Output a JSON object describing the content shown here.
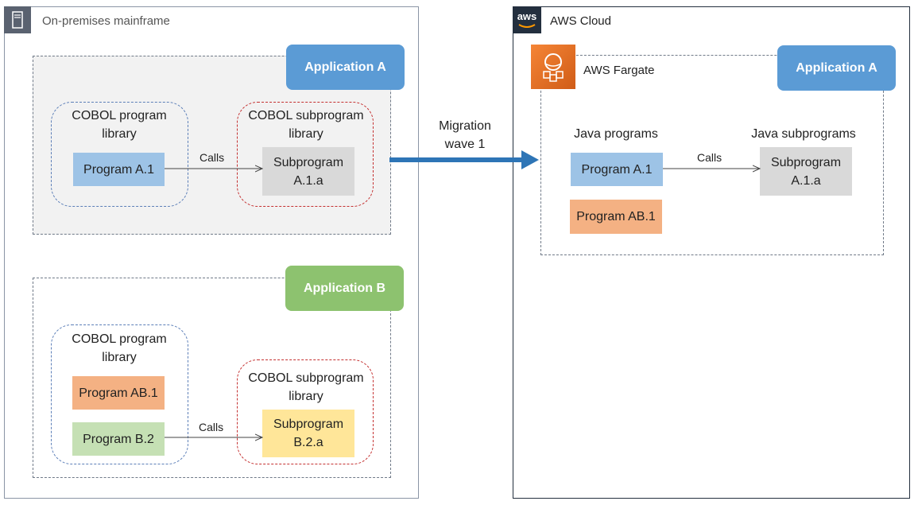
{
  "onprem": {
    "title": "On-premises mainframe",
    "app_a": {
      "badge": "Application A",
      "program_lib": {
        "title": "COBOL program library",
        "programs": [
          "Program A.1"
        ]
      },
      "subprogram_lib": {
        "title": "COBOL subprogram library",
        "subprograms": [
          "Subprogram A.1.a"
        ]
      },
      "calls_label": "Calls"
    },
    "app_b": {
      "badge": "Application B",
      "program_lib": {
        "title": "COBOL program library",
        "programs": [
          "Program AB.1",
          "Program B.2"
        ]
      },
      "subprogram_lib": {
        "title": "COBOL subprogram library",
        "subprograms": [
          "Subprogram B.2.a"
        ]
      },
      "calls_label": "Calls"
    }
  },
  "migration": {
    "label": "Migration wave 1"
  },
  "aws": {
    "title": "AWS Cloud",
    "logo_text": "aws",
    "fargate_label": "AWS Fargate",
    "app_a": {
      "badge": "Application A",
      "java_programs_title": "Java programs",
      "java_subprograms_title": "Java subprograms",
      "programs": [
        "Program A.1",
        "Program AB.1"
      ],
      "subprograms": [
        "Subprogram A.1.a"
      ],
      "calls_label": "Calls"
    }
  },
  "colors": {
    "app_a_badge": "#5b9bd5",
    "app_b_badge": "#8dc26f",
    "blue_box": "#9dc3e6",
    "orange_box": "#f4b183",
    "green_box": "#c5e0b4",
    "grey_box": "#d9d9d9",
    "yellow_box": "#ffe699",
    "migration_arrow": "#2e75b6",
    "fargate_icon": "#e8751a"
  },
  "icons": [
    "server-icon",
    "aws-logo-icon",
    "fargate-icon"
  ]
}
